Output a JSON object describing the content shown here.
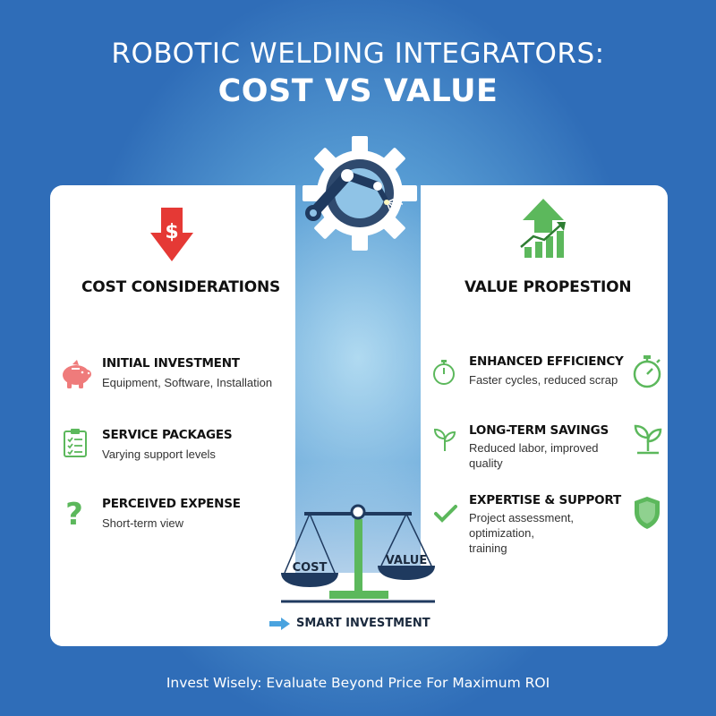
{
  "header": {
    "title_line1": "ROBOTIC WELDING INTEGRATORS:",
    "title_line2": "COST VS VALUE"
  },
  "cost": {
    "heading": "COST CONSIDERATIONS",
    "items": [
      {
        "title": "INITIAL INVESTMENT",
        "desc": "Equipment, Software, Installation",
        "icon": "piggy-bank-icon"
      },
      {
        "title": "SERVICE PACKAGES",
        "desc": "Varying support levels",
        "icon": "checklist-icon"
      },
      {
        "title": "PERCEIVED EXPENSE",
        "desc": "Short-term view",
        "icon": "question-mark-icon"
      }
    ]
  },
  "value": {
    "heading": "VALUE PROPESTION",
    "items": [
      {
        "title": "ENHANCED EFFICIENCY",
        "desc": "Faster cycles, reduced scrap",
        "icon": "stopwatch-icon"
      },
      {
        "title": "LONG-TERM SAVINGS",
        "desc_line1": "Reduced labor, improved",
        "desc_line2": "quality",
        "icon": "sprout-icon"
      },
      {
        "title": "EXPERTISE & SUPPORT",
        "desc_line1": "Project assessment,",
        "desc_line2": "optimization,",
        "desc_line3": "training",
        "icon": "shield-check-icon"
      }
    ]
  },
  "scale": {
    "left_pan": "COST",
    "right_pan": "VALUE"
  },
  "smart_investment": "SMART INVESTMENT",
  "dollar_sign": "$",
  "footer": "Invest Wisely: Evaluate Beyond Price For Maximum ROI",
  "colors": {
    "accent_green": "#5cb85c",
    "accent_red": "#e53935",
    "navy": "#1f3a5f",
    "piggy": "#ef7b7b"
  }
}
